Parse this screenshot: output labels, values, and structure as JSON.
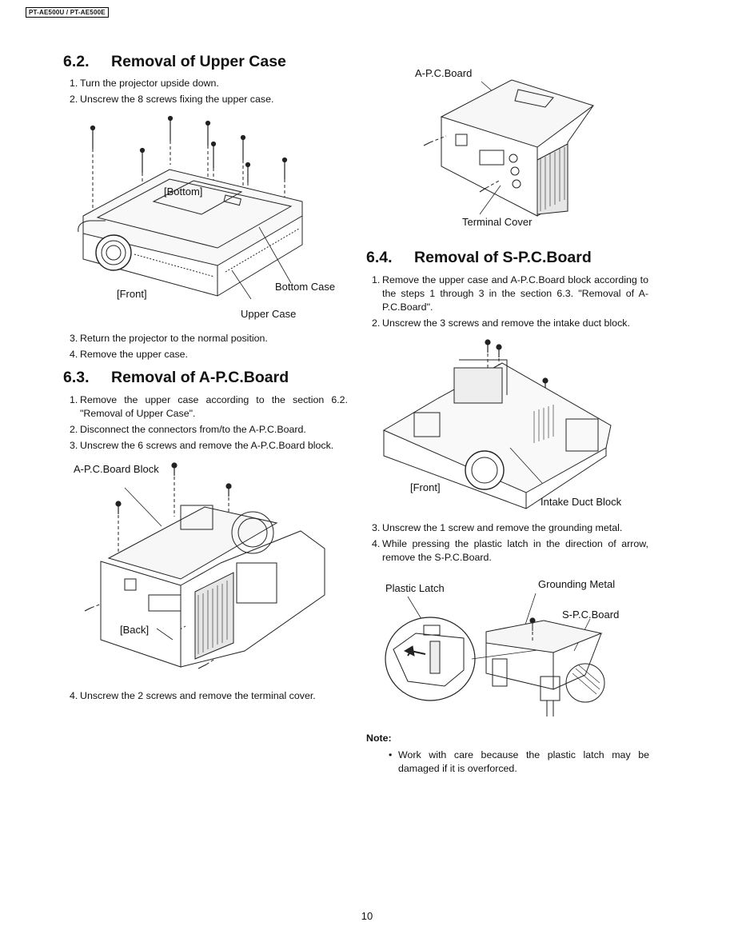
{
  "header": {
    "model": "PT-AE500U / PT-AE500E"
  },
  "sections": {
    "s62": {
      "number": "6.2.",
      "title": "Removal of Upper Case",
      "steps_a": [
        {
          "n": "1.",
          "text": "Turn the projector upside down."
        },
        {
          "n": "2.",
          "text": "Unscrew the 8 screws fixing the upper case."
        }
      ],
      "figure": {
        "bottom": "[Bottom]",
        "front": "[Front]",
        "bottom_case": "Bottom Case",
        "upper_case": "Upper Case"
      },
      "steps_b": [
        {
          "n": "3.",
          "text": "Return the projector to the normal position."
        },
        {
          "n": "4.",
          "text": "Remove the upper case."
        }
      ]
    },
    "s63": {
      "number": "6.3.",
      "title": "Removal of A-P.C.Board",
      "steps_a": [
        {
          "n": "1.",
          "text": "Remove the upper case according to the section 6.2. \"Removal of Upper Case\"."
        },
        {
          "n": "2.",
          "text": "Disconnect the connectors from/to the A-P.C.Board."
        },
        {
          "n": "3.",
          "text": "Unscrew the 6 screws and remove the A-P.C.Board block."
        }
      ],
      "figure": {
        "block": "A-P.C.Board Block",
        "back": "[Back]"
      },
      "steps_b": [
        {
          "n": "4.",
          "text": "Unscrew the 2 screws and remove the terminal cover."
        }
      ],
      "figure2": {
        "board": "A-P.C.Board",
        "terminal_cover": "Terminal Cover"
      }
    },
    "s64": {
      "number": "6.4.",
      "title": "Removal of S-P.C.Board",
      "steps_a": [
        {
          "n": "1.",
          "text": "Remove the upper case and A-P.C.Board block according to the steps 1 through 3 in the section 6.3. \"Removal of A-P.C.Board\"."
        },
        {
          "n": "2.",
          "text": "Unscrew the 3 screws and remove the intake duct block."
        }
      ],
      "figure": {
        "front": "[Front]",
        "intake": "Intake Duct Block"
      },
      "steps_b": [
        {
          "n": "3.",
          "text": "Unscrew the 1 screw and remove the grounding metal."
        },
        {
          "n": "4.",
          "text": "While pressing the plastic latch in the direction of arrow, remove the S-P.C.Board."
        }
      ],
      "figure2": {
        "latch": "Plastic Latch",
        "grounding": "Grounding Metal",
        "board": "S-P.C.Board"
      }
    }
  },
  "note": {
    "heading": "Note:",
    "text": "Work with care because the plastic latch may be damaged if it is overforced."
  },
  "page_number": "10"
}
